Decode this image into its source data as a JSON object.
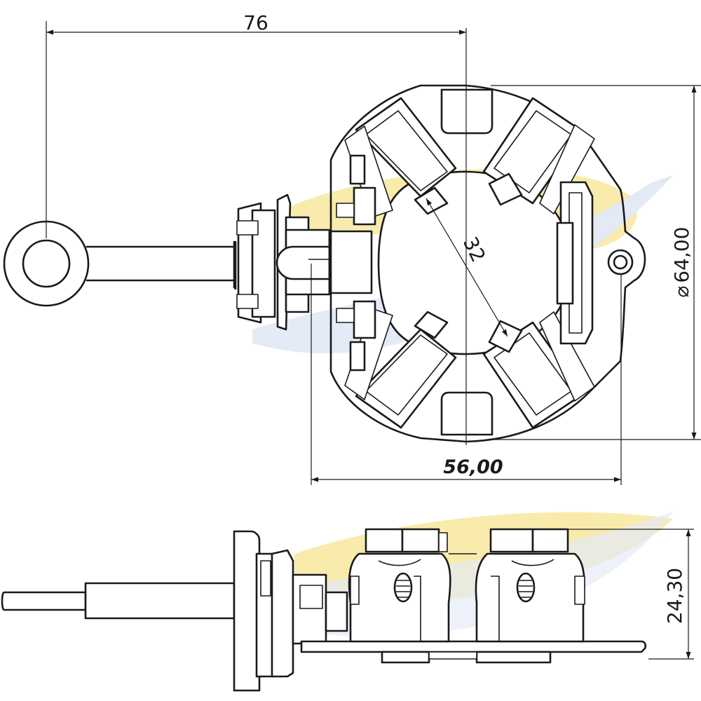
{
  "watermark": {
    "primary": "#f3dc6a",
    "secondary": "#cfd8f0"
  },
  "line_color": "#1a1a1a",
  "dimensions": {
    "overall_length": "76",
    "diameter": "64,00",
    "diameter_symbol": "⌀",
    "inner_diameter": "32",
    "width": "56,00",
    "height": "24,30"
  }
}
